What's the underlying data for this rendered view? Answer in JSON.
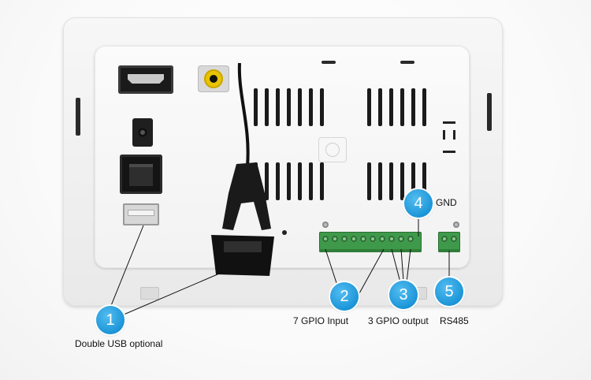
{
  "colors": {
    "badge_blue": "#1b95d8",
    "terminal_green": "#3e9a4a",
    "rca_yellow": "#e8c400",
    "housing_white": "#f2f2f2",
    "caption_text": "#111111"
  },
  "callouts": [
    {
      "number": "1",
      "caption": "Double USB optional"
    },
    {
      "number": "2",
      "caption": "7 GPIO Input"
    },
    {
      "number": "3",
      "caption": "3 GPIO output"
    },
    {
      "number": "4",
      "caption": "GND"
    },
    {
      "number": "5",
      "caption": "RS485"
    }
  ]
}
